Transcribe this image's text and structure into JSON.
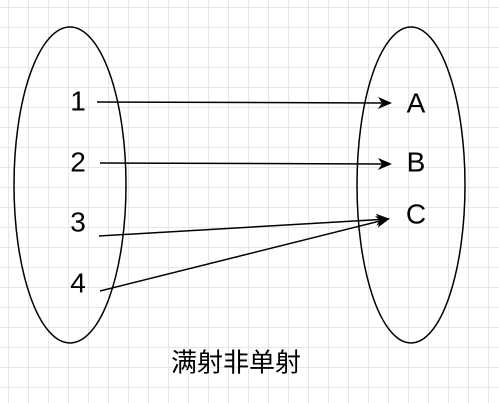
{
  "domain_labels": [
    "1",
    "2",
    "3",
    "4"
  ],
  "codomain_labels": [
    "A",
    "B",
    "C"
  ],
  "mappings": [
    {
      "from": "1",
      "to": "A"
    },
    {
      "from": "2",
      "to": "B"
    },
    {
      "from": "3",
      "to": "C"
    },
    {
      "from": "4",
      "to": "C"
    }
  ],
  "caption": "满射非单射",
  "colors": {
    "stroke": "#000000",
    "grid": "#e6e6e6",
    "background": "#ffffff"
  }
}
